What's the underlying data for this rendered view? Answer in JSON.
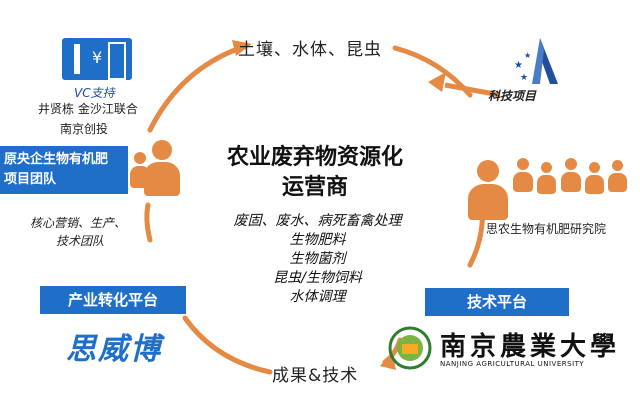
{
  "arc_labels": {
    "top": "土壤、水体、昆虫",
    "bottom": "成果&技术"
  },
  "center": {
    "title_line1": "农业废弃物资源化",
    "title_line2": "运营商",
    "items": [
      "废固、废水、病死畜禽处理",
      "生物肥料",
      "生物菌剂",
      "昆虫/生物饲料",
      "水体调理"
    ]
  },
  "left": {
    "vc_label": "VC支持",
    "investors_line1": "井贤栋 金沙江联合",
    "investors_line2": "南京创投",
    "team_box_line1": "原央企生物有机肥",
    "team_box_line2": "项目团队",
    "core_team_line1": "核心营销、生产、",
    "core_team_line2": "技术团队",
    "platform_button": "产业转化平台",
    "brand_name": "思威博"
  },
  "right": {
    "project_label": "科技项目",
    "institute": "思农生物有机肥研究院",
    "platform_button": "技术平台",
    "university_cn": "南京農業大學",
    "university_en": "NANJING AGRICULTURAL UNIVERSITY"
  },
  "colors": {
    "accent_orange": "#e48a45",
    "brand_blue": "#1f6fc9"
  }
}
